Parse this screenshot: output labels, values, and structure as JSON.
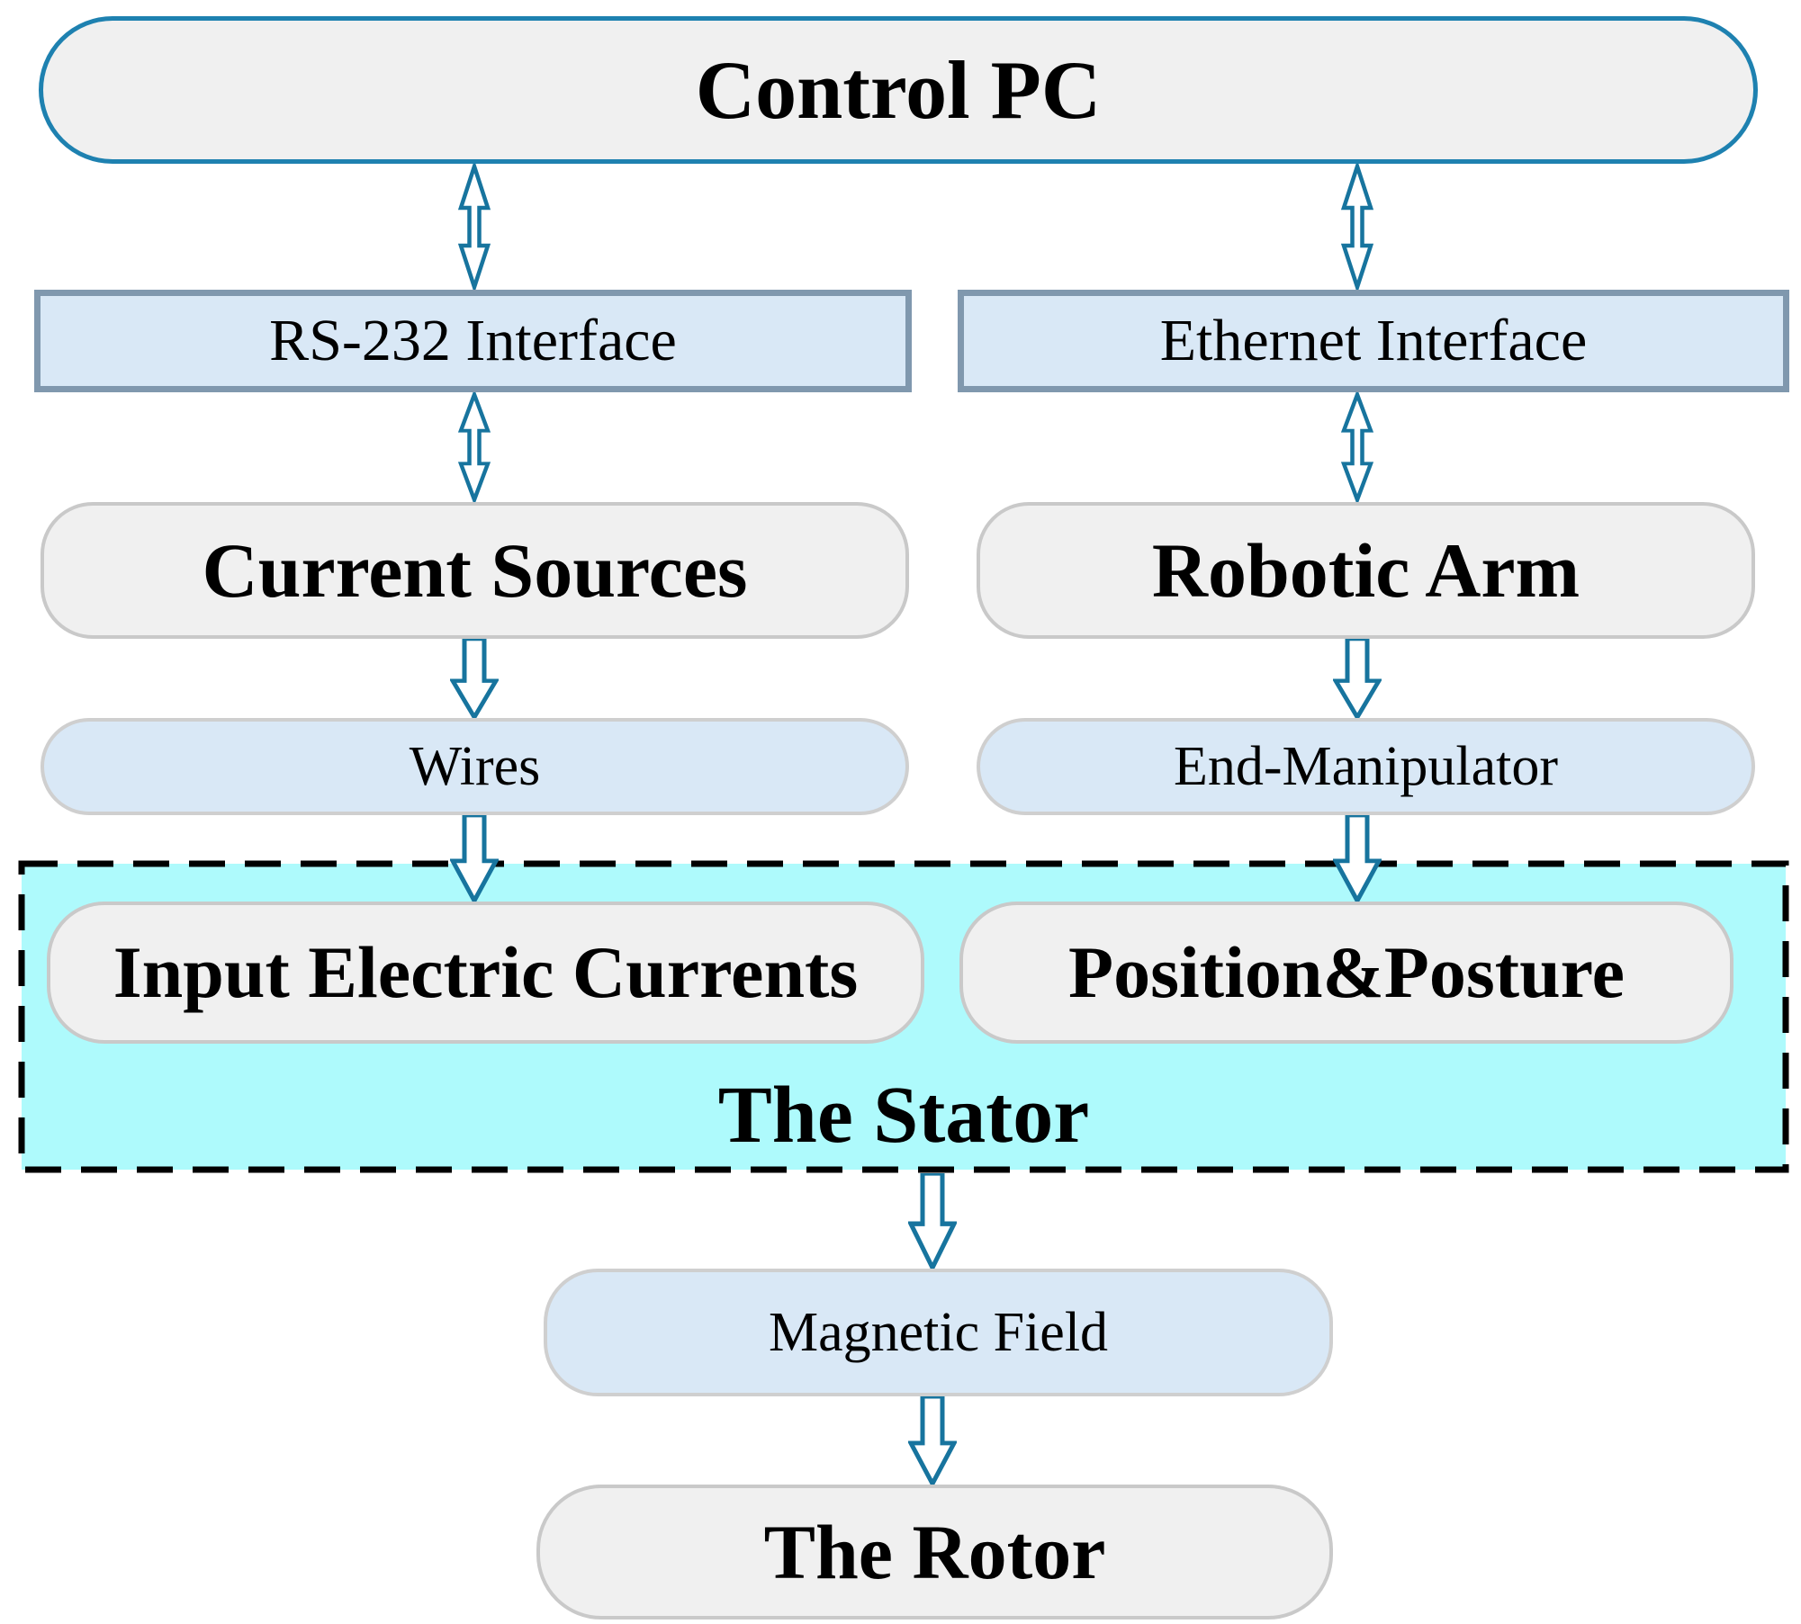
{
  "diagram": {
    "nodes": {
      "control_pc": {
        "label": "Control PC"
      },
      "rs232_interface": {
        "label": "RS-232 Interface"
      },
      "ethernet_interface": {
        "label": "Ethernet Interface"
      },
      "current_sources": {
        "label": "Current Sources"
      },
      "robotic_arm": {
        "label": "Robotic Arm"
      },
      "wires": {
        "label": "Wires"
      },
      "end_manipulator": {
        "label": "End-Manipulator"
      },
      "input_electric_currents": {
        "label": "Input Electric Currents"
      },
      "position_posture": {
        "label": "Position&Posture"
      },
      "stator": {
        "label": "The Stator"
      },
      "magnetic_field": {
        "label": "Magnetic Field"
      },
      "rotor": {
        "label": "The Rotor"
      }
    },
    "edges": [
      {
        "from": "control_pc",
        "to": "rs232_interface",
        "arrow": "double-headed"
      },
      {
        "from": "control_pc",
        "to": "ethernet_interface",
        "arrow": "double-headed"
      },
      {
        "from": "rs232_interface",
        "to": "current_sources",
        "arrow": "double-headed"
      },
      {
        "from": "ethernet_interface",
        "to": "robotic_arm",
        "arrow": "double-headed"
      },
      {
        "from": "current_sources",
        "to": "wires",
        "arrow": "single-down"
      },
      {
        "from": "robotic_arm",
        "to": "end_manipulator",
        "arrow": "single-down"
      },
      {
        "from": "wires",
        "to": "input_electric_currents",
        "arrow": "single-down"
      },
      {
        "from": "end_manipulator",
        "to": "position_posture",
        "arrow": "single-down"
      },
      {
        "from": "stator",
        "to": "magnetic_field",
        "arrow": "single-down"
      },
      {
        "from": "magnetic_field",
        "to": "rotor",
        "arrow": "single-down"
      }
    ],
    "colors": {
      "background": "#ffffff",
      "arrow_outline": "#17749e",
      "control_pc_border": "#1e81b0",
      "gray_node_fill": "#f0f0f0",
      "gray_node_border": "#c9c9c9",
      "blue_node_fill": "#d9e8f6",
      "interface_border": "#8098ae",
      "stator_fill": "#aefafc",
      "stator_border": "#000000",
      "text": "#000000"
    }
  }
}
